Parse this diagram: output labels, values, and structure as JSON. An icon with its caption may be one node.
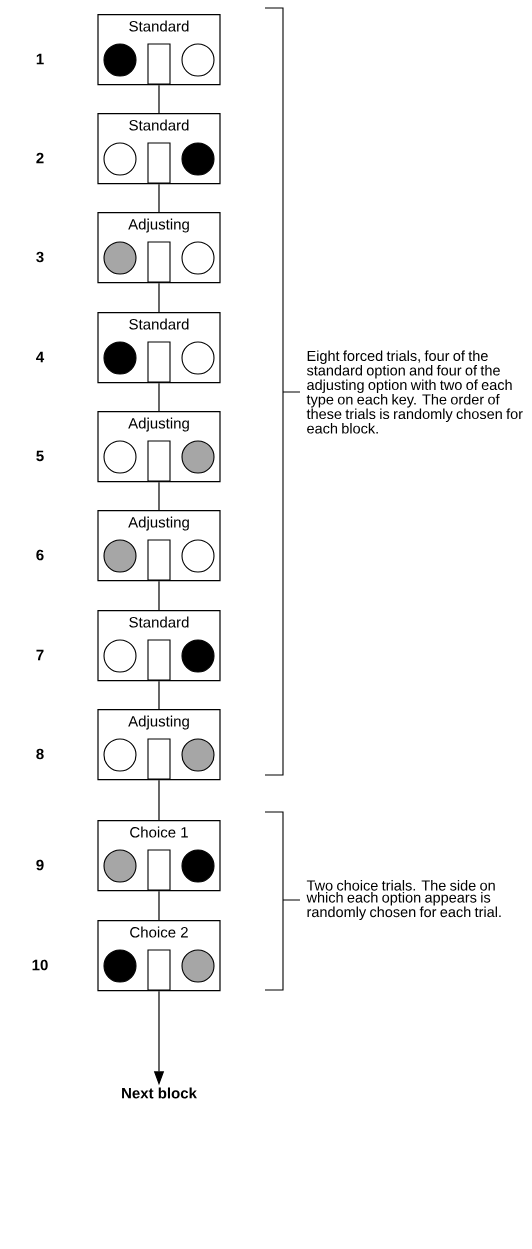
{
  "diagram": {
    "nodes": [
      {
        "text": [
          "Standard"
        ],
        "beside": [
          "1"
        ]
      },
      {
        "text": [
          "Standard"
        ],
        "beside": [
          "2"
        ]
      },
      {
        "text": [
          "Adjusting"
        ],
        "beside": [
          "3"
        ]
      },
      {
        "text": [
          "Standard"
        ],
        "beside": [
          "4"
        ]
      },
      {
        "text": [
          "Adjusting"
        ],
        "beside": [
          "5"
        ]
      },
      {
        "text": [
          "Adjusting"
        ],
        "beside": [
          "6"
        ]
      },
      {
        "text": [
          "Standard"
        ],
        "beside": [
          "7"
        ]
      },
      {
        "text": [
          "Adjusting"
        ],
        "beside": [
          "8"
        ]
      },
      {
        "text": [
          "Choice 1"
        ],
        "beside": [
          "9"
        ]
      },
      {
        "text": [
          "Choice 2"
        ],
        "beside": [
          "10"
        ]
      },
      {
        "text": [
          "Next block"
        ]
      }
    ],
    "edges": [
      {
        "from": 0,
        "to": 1,
        "arrow": "none"
      },
      {
        "from": 1,
        "to": 2,
        "arrow": "none"
      },
      {
        "from": 2,
        "to": 3,
        "arrow": "none"
      },
      {
        "from": 3,
        "to": 4,
        "arrow": "none"
      },
      {
        "from": 4,
        "to": 5,
        "arrow": "none"
      },
      {
        "from": 5,
        "to": 6,
        "arrow": "none"
      },
      {
        "from": 6,
        "to": 7,
        "arrow": "none"
      },
      {
        "from": 7,
        "to": 8,
        "arrow": "none"
      },
      {
        "from": 8,
        "to": 9,
        "arrow": "none"
      },
      {
        "from": 9,
        "to": 10,
        "arrow": "to"
      }
    ],
    "labels": [
      "Eight forced trials, four of the standard option and four of the adjusting option with two of each type on each key. The order of these trials is randomly chosen for each block.",
      "Two choice trials. The side on which each option appears is randomly chosen for each trial."
    ]
  }
}
